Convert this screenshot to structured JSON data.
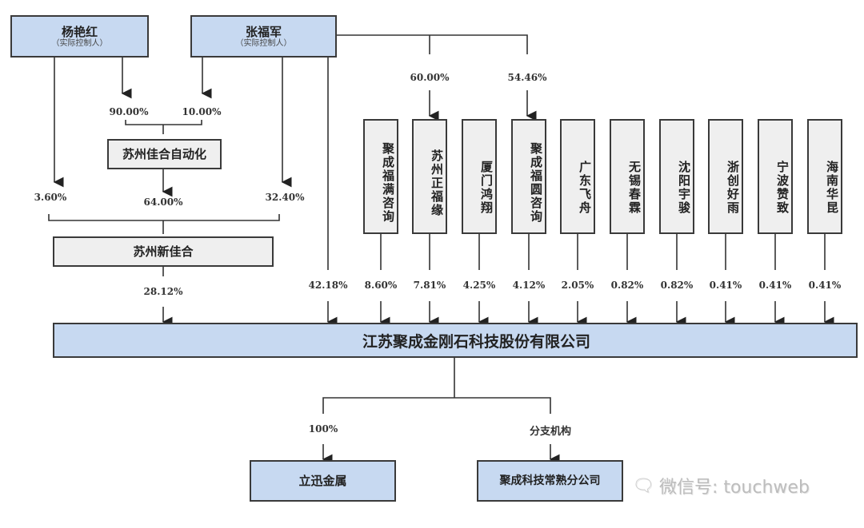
{
  "controllers": [
    {
      "name": "杨艳红",
      "role": "（实际控制人）"
    },
    {
      "name": "张福军",
      "role": "（实际控制人）"
    }
  ],
  "intermediates": {
    "automation": {
      "name": "苏州佳合自动化",
      "holders": [
        {
          "from": "杨艳红",
          "pct": "90.00%"
        },
        {
          "from": "张福军",
          "pct": "10.00%"
        }
      ]
    },
    "xinjiahe": {
      "name": "苏州新佳合",
      "holders": [
        {
          "from": "杨艳红",
          "pct": "3.60%"
        },
        {
          "from": "苏州佳合自动化",
          "pct": "64.00%"
        },
        {
          "from": "张福军",
          "pct": "32.40%"
        }
      ]
    }
  },
  "zhang_holdings": [
    {
      "target": "苏州正福缘",
      "pct": "60.00%"
    },
    {
      "target": "聚成福圆咨询",
      "pct": "54.46%"
    }
  ],
  "shareholders": [
    {
      "name": "苏州新佳合",
      "pct": "28.12%"
    },
    {
      "name": "张福军",
      "pct": "42.18%"
    },
    {
      "name": "聚成福满咨询",
      "pct": "8.60%"
    },
    {
      "name": "苏州正福缘",
      "pct": "7.81%"
    },
    {
      "name": "厦门鸿翔",
      "pct": "4.25%"
    },
    {
      "name": "聚成福圆咨询",
      "pct": "4.12%"
    },
    {
      "name": "广东飞舟",
      "pct": "2.05%"
    },
    {
      "name": "无锡春霖",
      "pct": "0.82%"
    },
    {
      "name": "沈阳宇骏",
      "pct": "0.82%"
    },
    {
      "name": "浙创好雨",
      "pct": "0.41%"
    },
    {
      "name": "宁波赞致",
      "pct": "0.41%"
    },
    {
      "name": "海南华昆",
      "pct": "0.41%"
    }
  ],
  "company": {
    "name": "江苏聚成金刚石科技股份有限公司"
  },
  "subsidiaries": [
    {
      "name": "立迅金属",
      "relation": "100%"
    },
    {
      "name": "聚成科技常熟分公司",
      "relation": "分支机构"
    }
  ],
  "watermark": {
    "icon": "wechat-icon",
    "text": "微信号: touchweb"
  }
}
